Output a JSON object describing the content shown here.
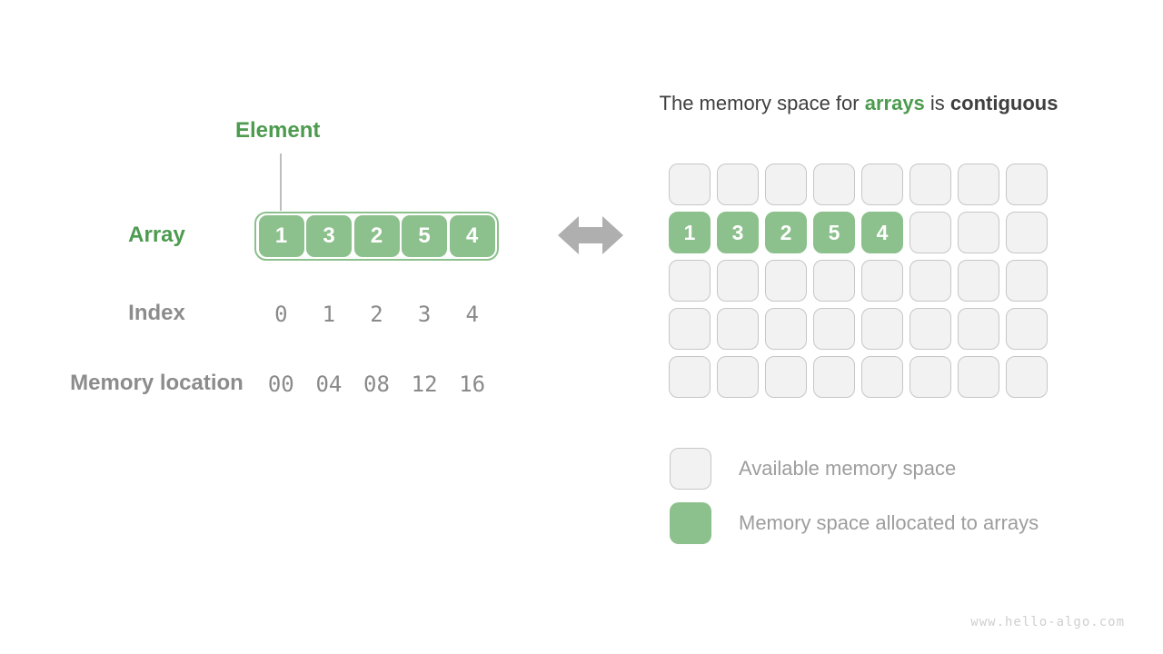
{
  "colors": {
    "green_cell": "#8CC08C",
    "green_text": "#4C9B4F",
    "gray_fill": "#F2F2F2",
    "gray_border": "#C6C6C6",
    "label_gray": "#8C8C8C",
    "value_gray": "#8A8A8A",
    "legend_gray": "#9D9D9D",
    "title_dark": "#3F3F3F",
    "arrow_gray": "#AFAFAF",
    "connector_gray": "#BDBDBD",
    "watermark_gray": "#CFCFCF"
  },
  "left": {
    "element_label": "Element",
    "array_label": "Array",
    "array_values": [
      "1",
      "3",
      "2",
      "5",
      "4"
    ],
    "index_label": "Index",
    "index_values": [
      "0",
      "1",
      "2",
      "3",
      "4"
    ],
    "memory_label": "Memory location",
    "memory_values": [
      "00",
      "04",
      "08",
      "12",
      "16"
    ]
  },
  "right": {
    "title_prefix": "The memory space for ",
    "title_highlight": "arrays",
    "title_middle": " is ",
    "title_emphasis": "contiguous",
    "grid": {
      "rows": 5,
      "cols": 8,
      "allocated_row_index": 1,
      "allocated_values": [
        "1",
        "3",
        "2",
        "5",
        "4"
      ]
    },
    "legend": [
      {
        "swatch": "available",
        "label": "Available memory space"
      },
      {
        "swatch": "allocated",
        "label": "Memory space allocated to arrays"
      }
    ]
  },
  "watermark": "www.hello-algo.com"
}
